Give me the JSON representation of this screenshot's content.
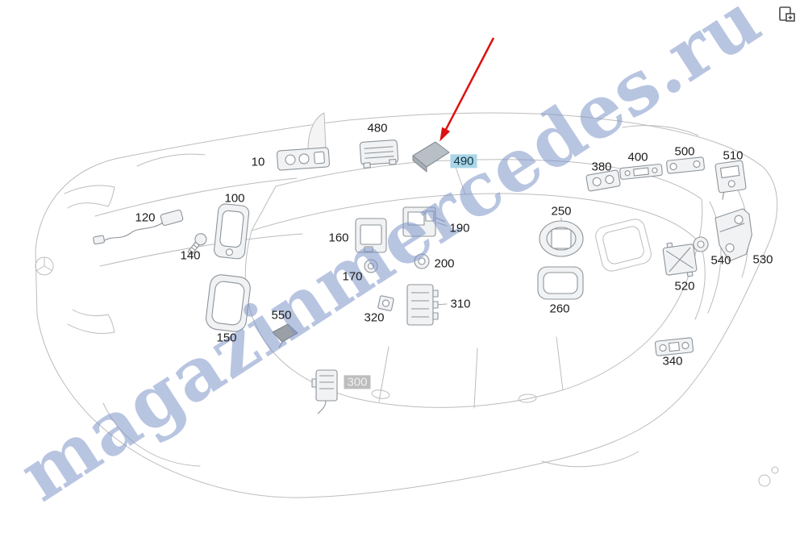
{
  "watermark": {
    "text": "magazinmercedes.ru",
    "color": "#7d96c8"
  },
  "icons": {
    "top_right": "page-add-icon"
  },
  "colors": {
    "arrow": "#dd1111",
    "highlight_selected": "#a9d6e8",
    "highlight_alt": "#bdbdbd",
    "drawing_line": "#bcbcbc"
  },
  "arrow": {
    "points_to_label": "490"
  },
  "parts": [
    {
      "label": "10",
      "highlight": "none"
    },
    {
      "label": "100",
      "highlight": "none"
    },
    {
      "label": "120",
      "highlight": "none"
    },
    {
      "label": "140",
      "highlight": "none"
    },
    {
      "label": "150",
      "highlight": "none"
    },
    {
      "label": "160",
      "highlight": "none"
    },
    {
      "label": "170",
      "highlight": "none"
    },
    {
      "label": "190",
      "highlight": "none"
    },
    {
      "label": "200",
      "highlight": "none"
    },
    {
      "label": "250",
      "highlight": "none"
    },
    {
      "label": "260",
      "highlight": "none"
    },
    {
      "label": "300",
      "highlight": "gray"
    },
    {
      "label": "310",
      "highlight": "none"
    },
    {
      "label": "320",
      "highlight": "none"
    },
    {
      "label": "340",
      "highlight": "none"
    },
    {
      "label": "380",
      "highlight": "none"
    },
    {
      "label": "400",
      "highlight": "none"
    },
    {
      "label": "480",
      "highlight": "none"
    },
    {
      "label": "490",
      "highlight": "blue"
    },
    {
      "label": "500",
      "highlight": "none"
    },
    {
      "label": "510",
      "highlight": "none"
    },
    {
      "label": "520",
      "highlight": "none"
    },
    {
      "label": "530",
      "highlight": "none"
    },
    {
      "label": "540",
      "highlight": "none"
    },
    {
      "label": "550",
      "highlight": "none"
    }
  ]
}
